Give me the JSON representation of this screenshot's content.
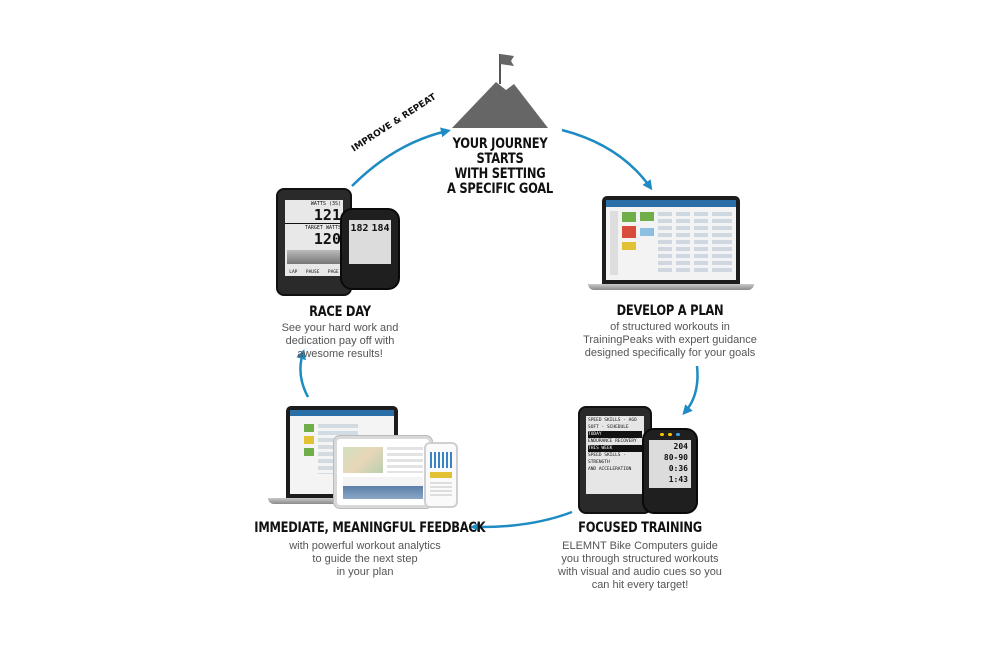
{
  "goal": {
    "lines": [
      "YOUR JOURNEY",
      "STARTS",
      "WITH SETTING",
      "A SPECIFIC GOAL"
    ]
  },
  "arc_label": "IMPROVE & REPEAT",
  "steps": {
    "plan": {
      "title": "DEVELOP A PLAN",
      "desc": [
        "of structured workouts in",
        "TrainingPeaks with expert guidance",
        "designed specifically for your goals"
      ]
    },
    "training": {
      "title": "FOCUSED TRAINING",
      "desc": [
        "ELEMNT Bike Computers guide",
        "you through structured workouts",
        "with visual and audio cues so you",
        "can hit every target!"
      ]
    },
    "feedback": {
      "title": "IMMEDIATE, MEANINGFUL FEEDBACK",
      "desc": [
        "with powerful workout analytics",
        "to guide the next step",
        "in your plan"
      ]
    },
    "race": {
      "title": "RACE DAY",
      "desc": [
        "See your hard work and",
        "dedication pay off with",
        "awesome results!"
      ]
    }
  },
  "device_screens": {
    "race_big": {
      "label1": "WATTS (3S)",
      "value1": "121",
      "label2": "TARGET WATTS",
      "value2": "120",
      "footer": [
        "LAP",
        "PAUSE",
        "PAGE"
      ]
    },
    "race_small": {
      "values": [
        "182",
        "184"
      ]
    },
    "train_big": {
      "rows": [
        "SPEED SKILLS · AGO",
        "SOFT · SCHEDULE",
        "TODAY",
        "ENDURANCE RECOVERY",
        "THIS WEEK",
        "SPEED SKILLS - STRENGTH",
        "AND ACCELERATION"
      ]
    },
    "train_small": {
      "values": [
        "204",
        "80-90",
        "0:36",
        "1:43"
      ]
    }
  },
  "colors": {
    "arrow": "#1e8bc3",
    "mountain": "#666666",
    "heading": "#111111",
    "desc": "#555555"
  }
}
